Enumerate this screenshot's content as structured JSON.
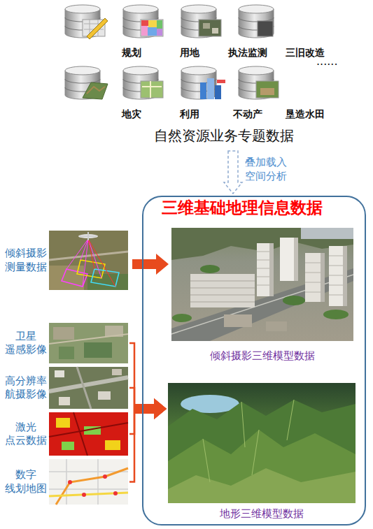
{
  "diagram": {
    "nodes": [
      {
        "text": [
          "自然资源业务专题数据"
        ]
      },
      {
        "text": [
          "规划"
        ],
        "in": 0
      },
      {
        "text": [
          "用地"
        ],
        "in": 0
      },
      {
        "text": [
          "执法监测"
        ],
        "in": 0
      },
      {
        "text": [
          "三旧改造"
        ],
        "in": 0
      },
      {
        "text": [
          "地灾"
        ],
        "in": 0
      },
      {
        "text": [
          "利用"
        ],
        "in": 0
      },
      {
        "text": [
          "不动产"
        ],
        "in": 0
      },
      {
        "text": [
          "垦造水田"
        ],
        "in": 0
      },
      {
        "text": [
          "三维基础地理信息数据"
        ]
      },
      {
        "text": [
          "倾斜摄影三维模型数据"
        ],
        "in": 9
      },
      {
        "text": [
          "地形三维模型数据"
        ],
        "in": 9
      },
      {
        "text": [
          "倾斜摄影 测量数据"
        ]
      },
      {
        "text": [
          "卫星 遥感影像"
        ]
      },
      {
        "text": [
          "高分辨率 航摄影像"
        ]
      },
      {
        "text": [
          "激光 点云数据"
        ]
      },
      {
        "text": [
          "数字 线划地图"
        ]
      }
    ],
    "edges": [
      {
        "from": 0,
        "to": 9,
        "label": "叠加载入 空间分析",
        "arrow": "to"
      },
      {
        "from": 12,
        "to": 10,
        "arrow": "to"
      },
      {
        "from": 13,
        "to": 11,
        "arrow": "to"
      },
      {
        "from": 14,
        "to": 11,
        "arrow": "to"
      },
      {
        "from": 15,
        "to": 11,
        "arrow": "to"
      },
      {
        "from": 16,
        "to": 11,
        "arrow": "to"
      }
    ],
    "labels": [
      "......"
    ]
  }
}
